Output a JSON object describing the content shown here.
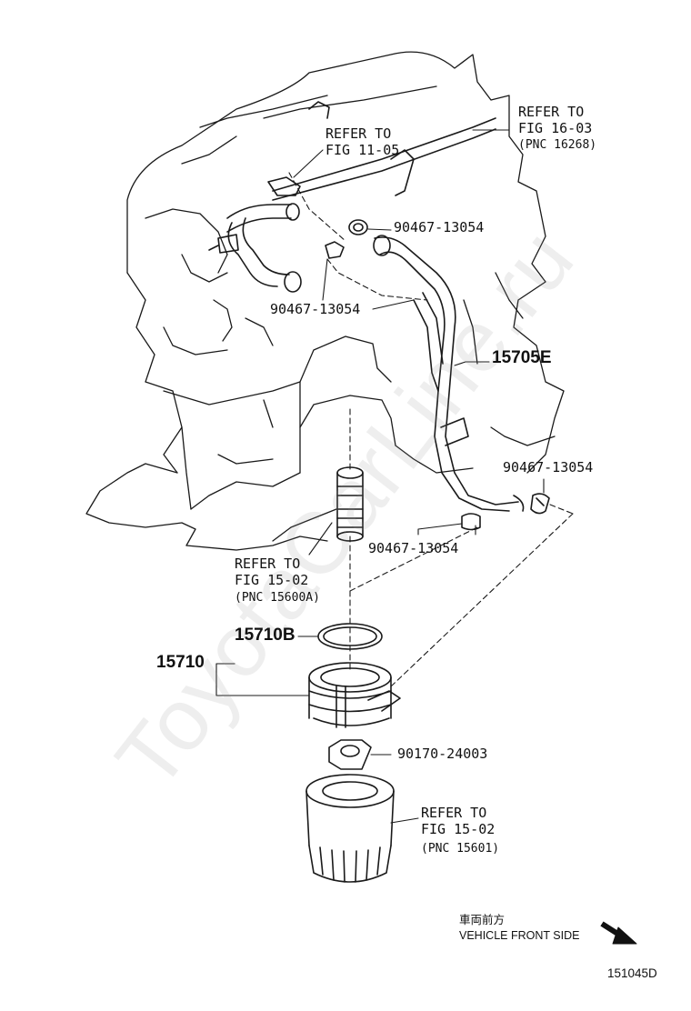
{
  "callouts": {
    "refer_11_05": {
      "line1": "REFER TO",
      "line2": "FIG 11-05"
    },
    "refer_16_03": {
      "line1": "REFER TO",
      "line2": "FIG 16-03",
      "pnc": "(PNC 16268)"
    },
    "refer_15_02_a": {
      "line1": "REFER TO",
      "line2": "FIG 15-02",
      "pnc": "(PNC 15600A)"
    },
    "refer_15_02_b": {
      "line1": "REFER TO",
      "line2": "FIG 15-02",
      "pnc": "(PNC 15601)"
    }
  },
  "parts": {
    "clamp_upper": "90467-13054",
    "clamp_left": "90467-13054",
    "hose": "15705E",
    "clamp_right": "90467-13054",
    "clamp_mid": "90467-13054",
    "gasket": "15710B",
    "cooler": "15710",
    "nut": "90170-24003"
  },
  "orientation": {
    "japanese": "車両前方",
    "english": "VEHICLE FRONT SIDE"
  },
  "figure_id": "151045D",
  "watermark": "ToyotaCarLine.ru"
}
